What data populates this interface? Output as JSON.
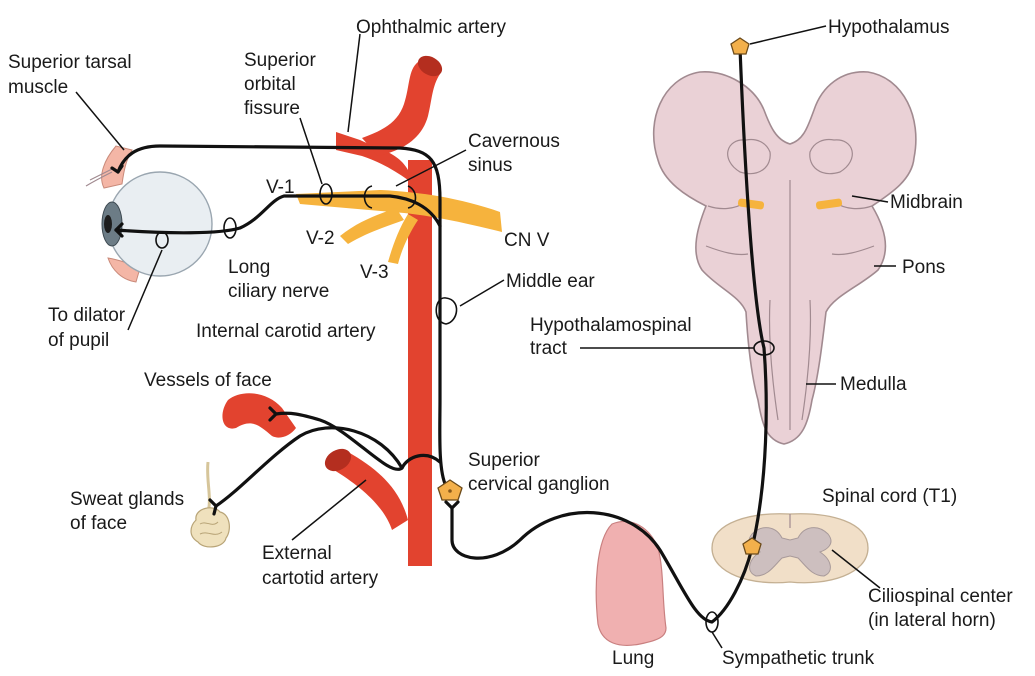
{
  "colors": {
    "artery": "#e2432f",
    "artery_dark": "#b42e1f",
    "trigeminal": "#f6b33d",
    "brainstem": "#ead1d6",
    "brainstem_edge": "#a18a90",
    "spinal_cord": "#f1dfc8",
    "gray_matter": "#cdbfbf",
    "lung": "#f0b0b0",
    "ganglion": "#f3b04b",
    "nerve": "#111111",
    "eyelid": "#f4b6a6"
  },
  "labels": {
    "ophthalmic_artery": "Ophthalmic artery",
    "hypothalamus": "Hypothalamus",
    "superior_tarsal_1": "Superior tarsal",
    "superior_tarsal_2": "muscle",
    "sup_orbital_1": "Superior",
    "sup_orbital_2": "orbital",
    "sup_orbital_3": "fissure",
    "cavernous_1": "Cavernous",
    "cavernous_2": "sinus",
    "v1": "V-1",
    "v2": "V-2",
    "v3": "V-3",
    "cn_v": "CN V",
    "midbrain": "Midbrain",
    "pons": "Pons",
    "long_ciliary_1": "Long",
    "long_ciliary_2": "ciliary nerve",
    "middle_ear": "Middle ear",
    "dilator_1": "To dilator",
    "dilator_2": "of pupil",
    "internal_carotid": "Internal carotid artery",
    "hypothalamospinal_1": "Hypothalamospinal",
    "hypothalamospinal_2": "tract",
    "medulla": "Medulla",
    "vessels_face": "Vessels of face",
    "superior_cervical_1": "Superior",
    "superior_cervical_2": "cervical ganglion",
    "sweat_1": "Sweat glands",
    "sweat_2": "of face",
    "spinal_cord": "Spinal cord (T1)",
    "external_carotid_1": "External",
    "external_carotid_2": "cartotid artery",
    "ciliospinal_1": "Ciliospinal center",
    "ciliospinal_2": "(in lateral horn)",
    "lung": "Lung",
    "sympathetic_trunk": "Sympathetic trunk"
  }
}
